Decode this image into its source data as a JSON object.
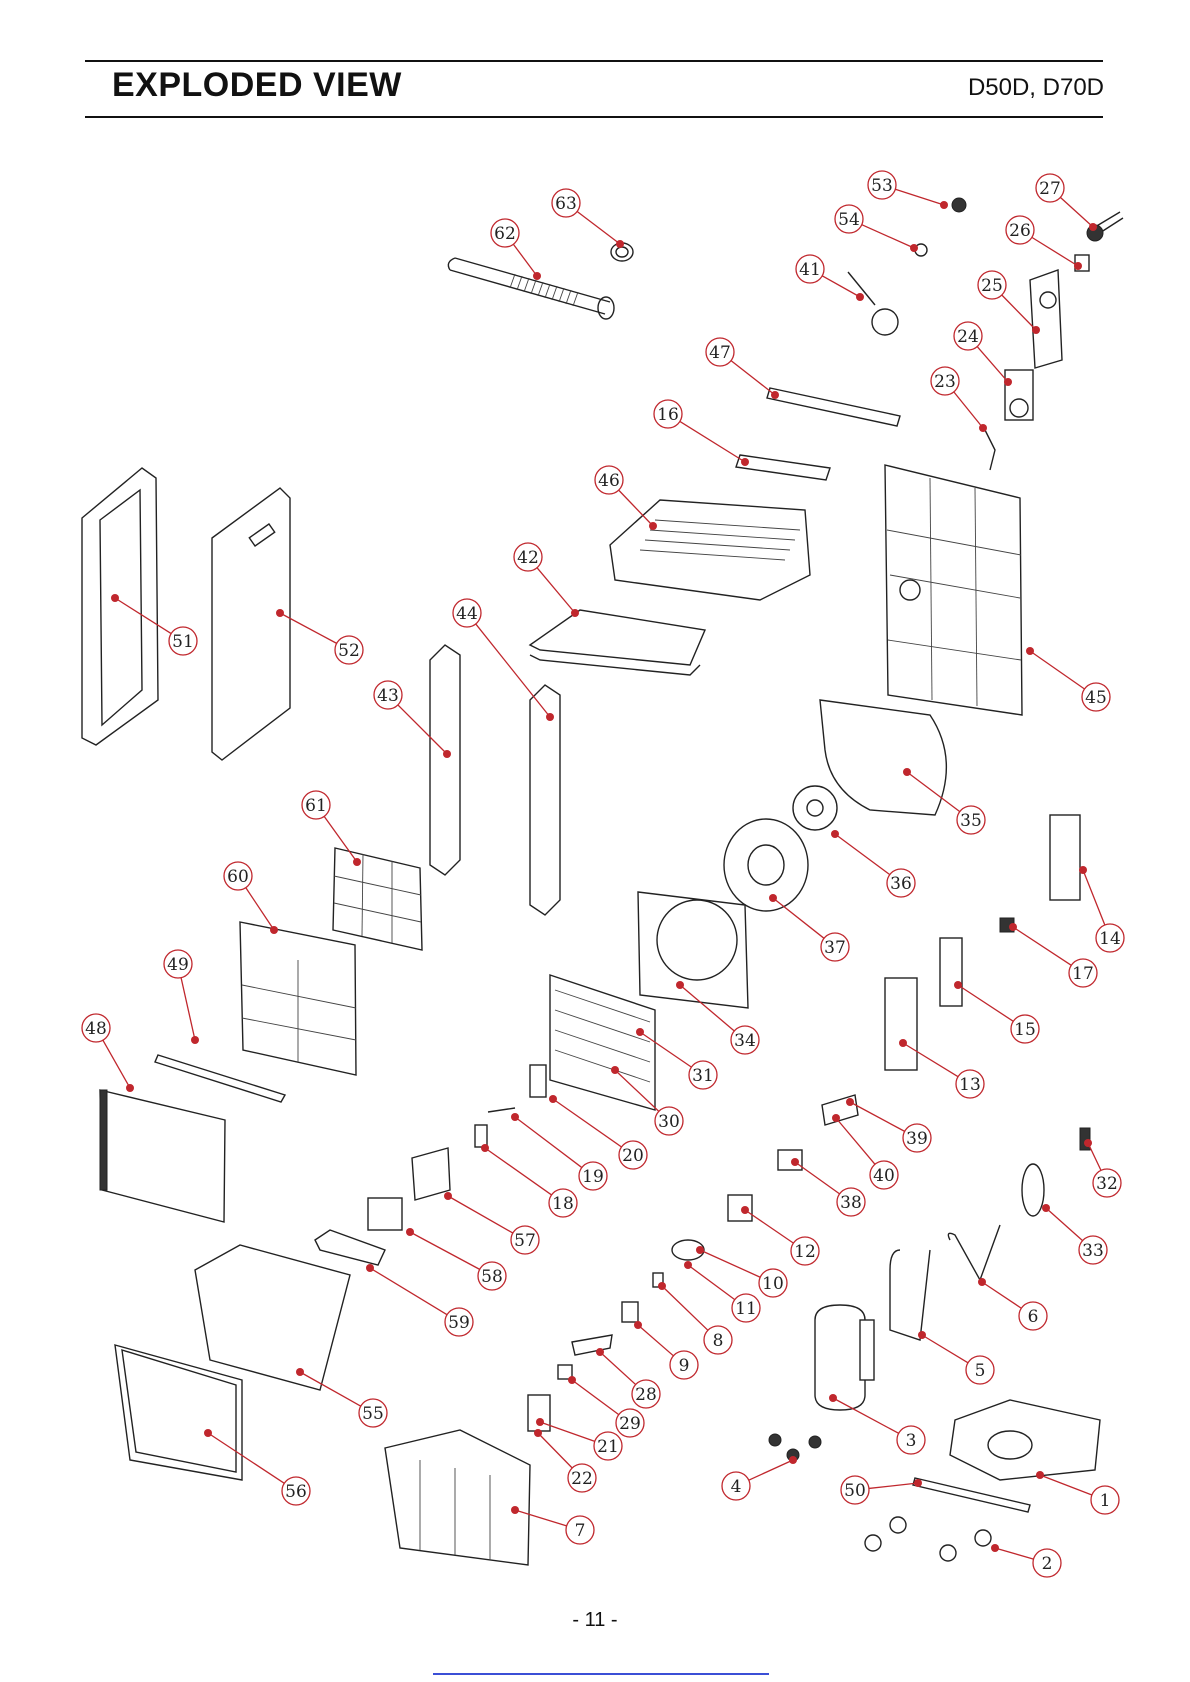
{
  "header": {
    "title": "EXPLODED VIEW",
    "models": "D50D, D70D"
  },
  "footer": {
    "page_number": "- 11 -"
  },
  "diagram": {
    "callout_color": "#c0272d",
    "callouts": [
      "1",
      "2",
      "3",
      "4",
      "5",
      "6",
      "7",
      "8",
      "9",
      "10",
      "11",
      "12",
      "13",
      "14",
      "15",
      "16",
      "17",
      "18",
      "19",
      "20",
      "21",
      "22",
      "23",
      "24",
      "25",
      "26",
      "27",
      "28",
      "29",
      "30",
      "31",
      "32",
      "33",
      "34",
      "35",
      "36",
      "37",
      "38",
      "39",
      "40",
      "41",
      "42",
      "43",
      "44",
      "45",
      "46",
      "47",
      "48",
      "49",
      "50",
      "51",
      "52",
      "53",
      "54",
      "55",
      "56",
      "57",
      "58",
      "59",
      "60",
      "61",
      "62",
      "63"
    ]
  }
}
